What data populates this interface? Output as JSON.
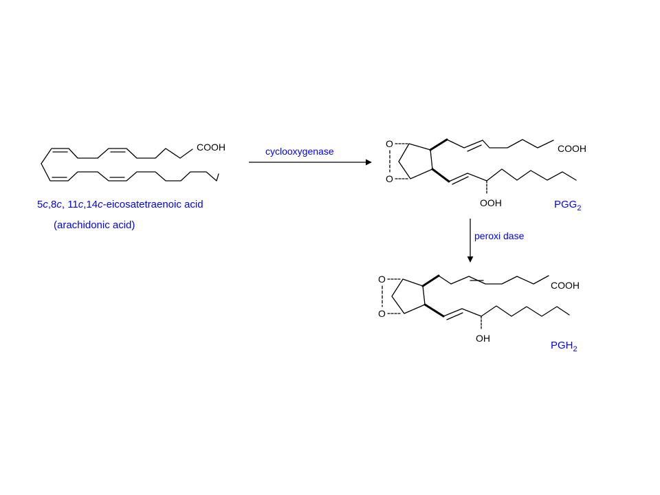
{
  "colors": {
    "bond": "#000000",
    "label": "#0000ff"
  },
  "arachidonic": {
    "acid_label": "COOH",
    "name_parts": [
      "5",
      "c",
      ",8",
      "c",
      ", 11",
      "c",
      ",14",
      "c",
      "-eicosatetraenoic acid"
    ],
    "common_name": "(arachidonic acid)"
  },
  "step1": {
    "enzyme": "cyclooxygenase"
  },
  "pgg2": {
    "oxygen_top": "O",
    "oxygen_bottom": "O",
    "acid_label": "COOH",
    "hydroperoxy": "OOH",
    "name_main": "PGG",
    "name_sub": "2"
  },
  "step2": {
    "enzyme": "peroxi dase"
  },
  "pgh2": {
    "oxygen_top": "O",
    "oxygen_bottom": "O",
    "acid_label": "COOH",
    "hydroxy": "OH",
    "name_main": "PGH",
    "name_sub": "2"
  }
}
